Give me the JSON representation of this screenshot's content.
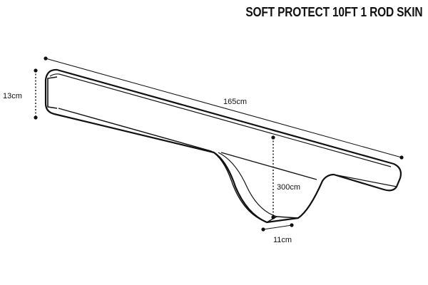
{
  "header": {
    "title": "SOFT PROTECT 10FT 1 ROD SKIN"
  },
  "dimensions": {
    "length": "165cm",
    "height": "13cm",
    "drop": "300cm",
    "width": "11cm"
  },
  "colors": {
    "line": "#111111",
    "background": "#ffffff"
  }
}
